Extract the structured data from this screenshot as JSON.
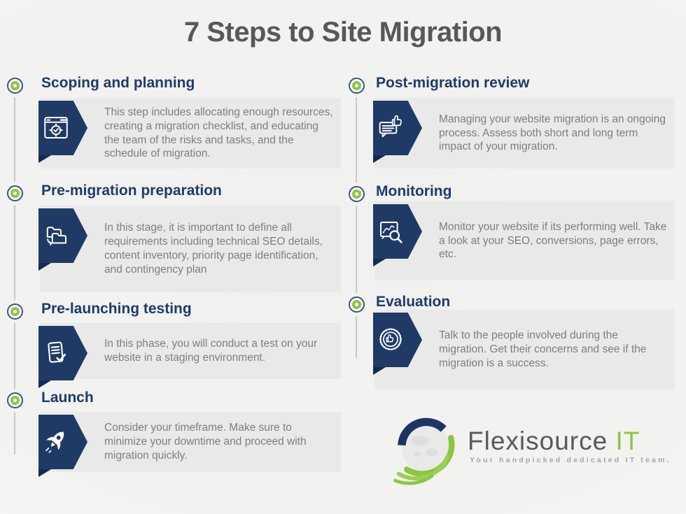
{
  "title": "7 Steps to Site Migration",
  "colors": {
    "navy": "#203a66",
    "heading_navy": "#1f3a6b",
    "green": "#8cc63f",
    "card_background": "#e9e9e8",
    "page_background": "#f2f2f1",
    "body_text": "#7e7e81",
    "title_text": "#57585a"
  },
  "steps": [
    {
      "title": "Scoping and planning",
      "description": "This step includes allocating enough resources, creating a migration checklist, and educating the team of the risks and tasks, and the schedule of migration.",
      "icon": "browser-target-icon",
      "column": "left"
    },
    {
      "title": "Pre-migration preparation",
      "description": "In this stage, it is important to define all requirements including technical SEO details, content inventory, priority page identification, and contingency plan",
      "icon": "folders-transfer-icon",
      "column": "left"
    },
    {
      "title": "Pre-launching testing",
      "description": "In this phase, you will conduct a test on your website in a staging environment.",
      "icon": "document-check-icon",
      "column": "left"
    },
    {
      "title": "Launch",
      "description": "Consider your timeframe. Make sure to minimize your downtime and proceed with migration quickly.",
      "icon": "rocket-icon",
      "column": "left"
    },
    {
      "title": "Post-migration review",
      "description": "Managing your website migration is an ongoing process. Assess both short and long term impact of your migration.",
      "icon": "chat-thumbs-up-icon",
      "column": "right"
    },
    {
      "title": "Monitoring",
      "description": "Monitor your website if its performing well. Take a look at your SEO, conversions, page errors, etc.",
      "icon": "monitor-search-icon",
      "column": "right"
    },
    {
      "title": "Evaluation",
      "description": "Talk to the people involved during the migration. Get their concerns and see if the migration is a success.",
      "icon": "badge-thumbs-up-icon",
      "column": "right"
    }
  ],
  "logo": {
    "brand": "Flexisource",
    "brand_suffix": "IT",
    "tagline": "Your handpicked dedicated IT team."
  }
}
